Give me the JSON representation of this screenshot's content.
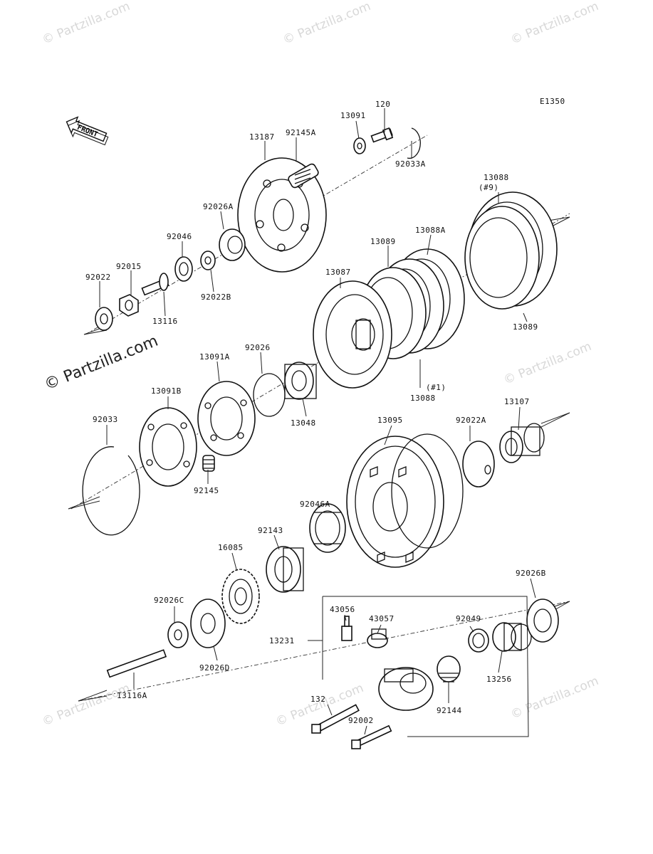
{
  "diagram_code": "E1350",
  "front_label": "FRONT",
  "copyright": "© Partzilla.com",
  "watermark": "© Partzilla.com",
  "parts": {
    "p13187": "13187",
    "p92145A": "92145A",
    "p13091": "13091",
    "p120": "120",
    "p92033A": "92033A",
    "p92026A": "92026A",
    "p92046": "92046",
    "p92015": "92015",
    "p92022": "92022",
    "p92022B": "92022B",
    "p13116": "13116",
    "p13088_top": "13088",
    "p13088_top_note": "(#9)",
    "p13088A": "13088A",
    "p13089_top": "13089",
    "p13087": "13087",
    "p13089_right": "13089",
    "p13088_bottom_note": "(#1)",
    "p13088_bottom": "13088",
    "p13091A": "13091A",
    "p92026": "92026",
    "p13091B": "13091B",
    "p13048": "13048",
    "p92033": "92033",
    "p92145": "92145",
    "p13095": "13095",
    "p92022A": "92022A",
    "p13107": "13107",
    "p92046A": "92046A",
    "p92143": "92143",
    "p16085": "16085",
    "p92026B": "92026B",
    "p92026C": "92026C",
    "p92026D": "92026D",
    "p43056": "43056",
    "p43057": "43057",
    "p92049": "92049",
    "p13231": "13231",
    "p13256": "13256",
    "p92144": "92144",
    "p132": "132",
    "p92002": "92002",
    "p13116A": "13116A"
  }
}
